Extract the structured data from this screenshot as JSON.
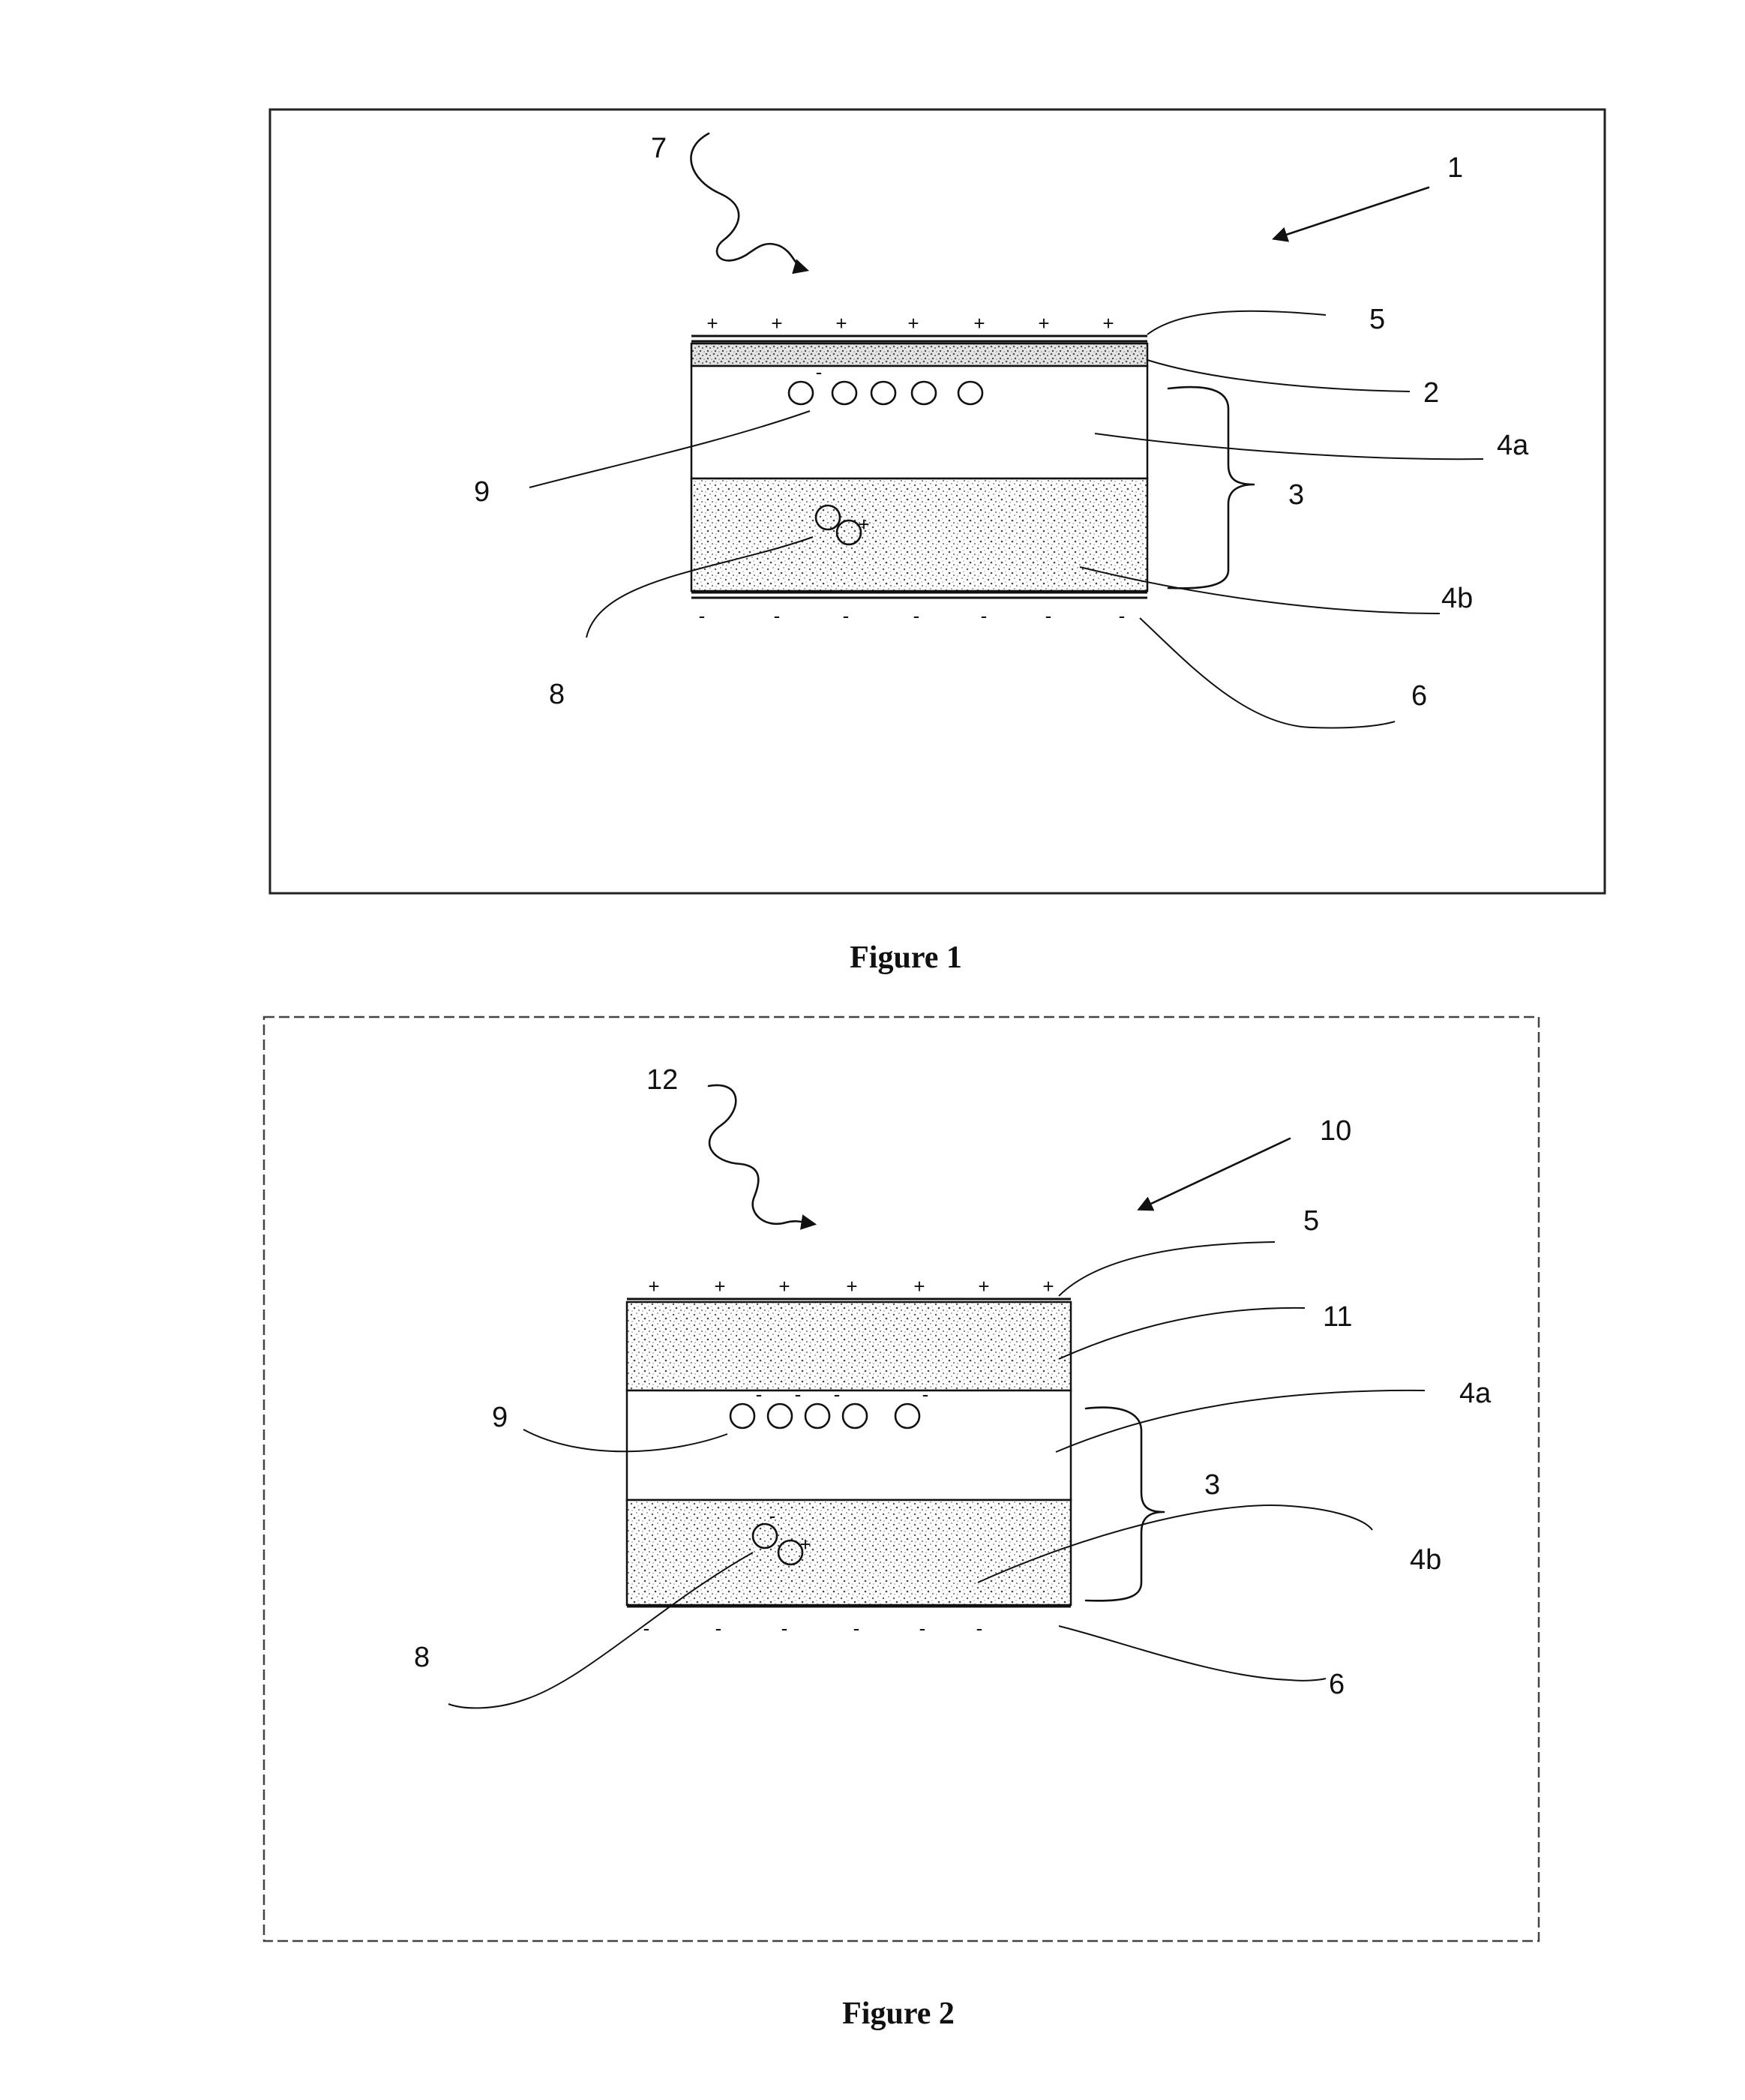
{
  "figure1": {
    "caption": "Figure 1",
    "labels": {
      "device": "1",
      "light": "7",
      "top_electrode": "5",
      "layer_2": "2",
      "layer_4a": "4a",
      "active_layer": "3",
      "particles_9": "9",
      "layer_4b": "4b",
      "pair_8": "8",
      "bottom_electrode": "6"
    },
    "plus_sign": "+",
    "minus_sign": "-"
  },
  "figure2": {
    "caption": "Figure 2",
    "labels": {
      "device": "10",
      "light": "12",
      "top_electrode": "5",
      "layer_11": "11",
      "layer_4a": "4a",
      "active_layer": "3",
      "particles_9": "9",
      "layer_4b": "4b",
      "pair_8": "8",
      "bottom_electrode": "6"
    },
    "plus_sign": "+",
    "minus_sign": "-"
  }
}
